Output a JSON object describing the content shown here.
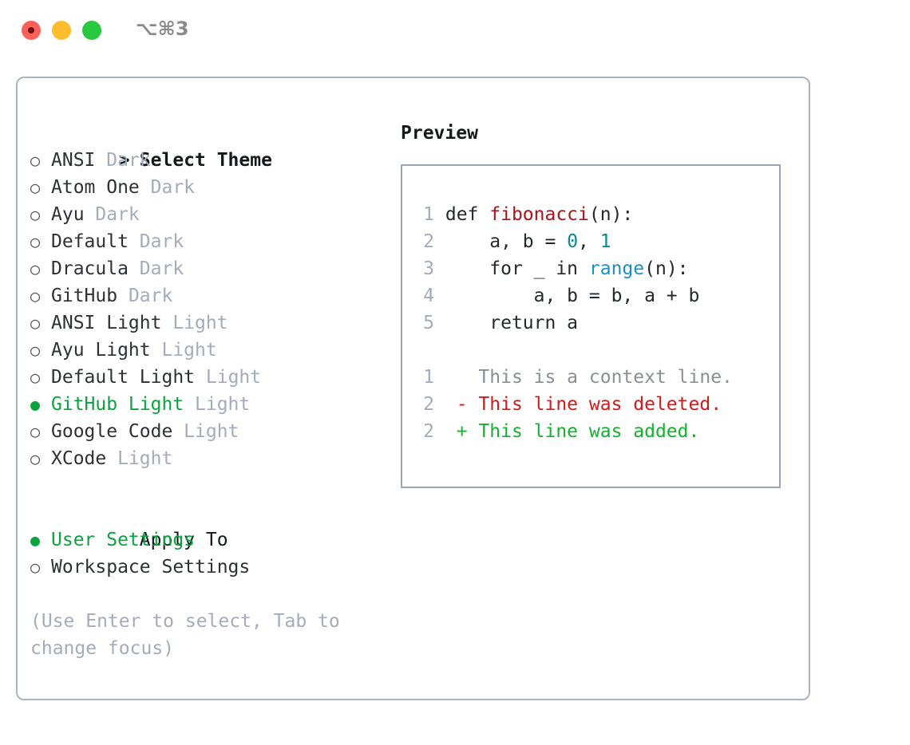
{
  "titlebar": {
    "shortcut": "⌥⌘3",
    "buttons": [
      {
        "name": "close",
        "color": "#fc6058",
        "recording": true
      },
      {
        "name": "minimize",
        "color": "#fdbd2e",
        "recording": false
      },
      {
        "name": "maximize",
        "color": "#28c83f",
        "recording": false
      }
    ]
  },
  "colors": {
    "accent_green": "#0aa33e",
    "muted": "#a2acba",
    "border": "#aab3c0",
    "preview_border": "#9aa5b5",
    "text": "#2d3136",
    "diff_add": "#15b12e",
    "diff_del": "#d01b1b",
    "syntax_func": "#a6151a",
    "syntax_num": "#0b8a8f",
    "syntax_builtin": "#1c8fc4"
  },
  "theme_list": {
    "header": {
      "marker": ">",
      "label": "Select Theme"
    },
    "items": [
      {
        "marker": "○",
        "label": "ANSI",
        "tag": "Dark",
        "selected": false
      },
      {
        "marker": "○",
        "label": "Atom One",
        "tag": "Dark",
        "selected": false
      },
      {
        "marker": "○",
        "label": "Ayu",
        "tag": "Dark",
        "selected": false
      },
      {
        "marker": "○",
        "label": "Default",
        "tag": "Dark",
        "selected": false
      },
      {
        "marker": "○",
        "label": "Dracula",
        "tag": "Dark",
        "selected": false
      },
      {
        "marker": "○",
        "label": "GitHub",
        "tag": "Dark",
        "selected": false
      },
      {
        "marker": "○",
        "label": "ANSI Light",
        "tag": "Light",
        "selected": false
      },
      {
        "marker": "○",
        "label": "Ayu Light",
        "tag": "Light",
        "selected": false
      },
      {
        "marker": "○",
        "label": "Default Light",
        "tag": "Light",
        "selected": false
      },
      {
        "marker": "●",
        "label": "GitHub Light",
        "tag": "Light",
        "selected": true
      },
      {
        "marker": "○",
        "label": "Google Code",
        "tag": "Light",
        "selected": false
      },
      {
        "marker": "○",
        "label": "XCode",
        "tag": "Light",
        "selected": false
      }
    ]
  },
  "apply_to": {
    "header": "Apply To",
    "items": [
      {
        "marker": "●",
        "label": "User Settings",
        "selected": true
      },
      {
        "marker": "○",
        "label": "Workspace Settings",
        "selected": false
      }
    ]
  },
  "hint": "(Use Enter to select, Tab to change focus)",
  "preview": {
    "title": "Preview",
    "code_lines": [
      {
        "num": "1",
        "tokens": [
          {
            "text": "def ",
            "kind": "plain"
          },
          {
            "text": "fibonacci",
            "kind": "func"
          },
          {
            "text": "(n):",
            "kind": "plain"
          }
        ]
      },
      {
        "num": "2",
        "tokens": [
          {
            "text": "    a, b = ",
            "kind": "plain"
          },
          {
            "text": "0",
            "kind": "num"
          },
          {
            "text": ", ",
            "kind": "plain"
          },
          {
            "text": "1",
            "kind": "num"
          }
        ]
      },
      {
        "num": "3",
        "tokens": [
          {
            "text": "    for _ in ",
            "kind": "plain"
          },
          {
            "text": "range",
            "kind": "builtin"
          },
          {
            "text": "(n):",
            "kind": "plain"
          }
        ]
      },
      {
        "num": "4",
        "tokens": [
          {
            "text": "        a, b = b, a + b",
            "kind": "plain"
          }
        ]
      },
      {
        "num": "5",
        "tokens": [
          {
            "text": "    return a",
            "kind": "plain"
          }
        ]
      }
    ],
    "diff_lines": [
      {
        "num": "1",
        "sign": " ",
        "text": " This is a context line.",
        "kind": "ctx"
      },
      {
        "num": "2",
        "sign": "-",
        "text": " This line was deleted.",
        "kind": "del"
      },
      {
        "num": "2",
        "sign": "+",
        "text": " This line was added.",
        "kind": "add"
      }
    ]
  }
}
